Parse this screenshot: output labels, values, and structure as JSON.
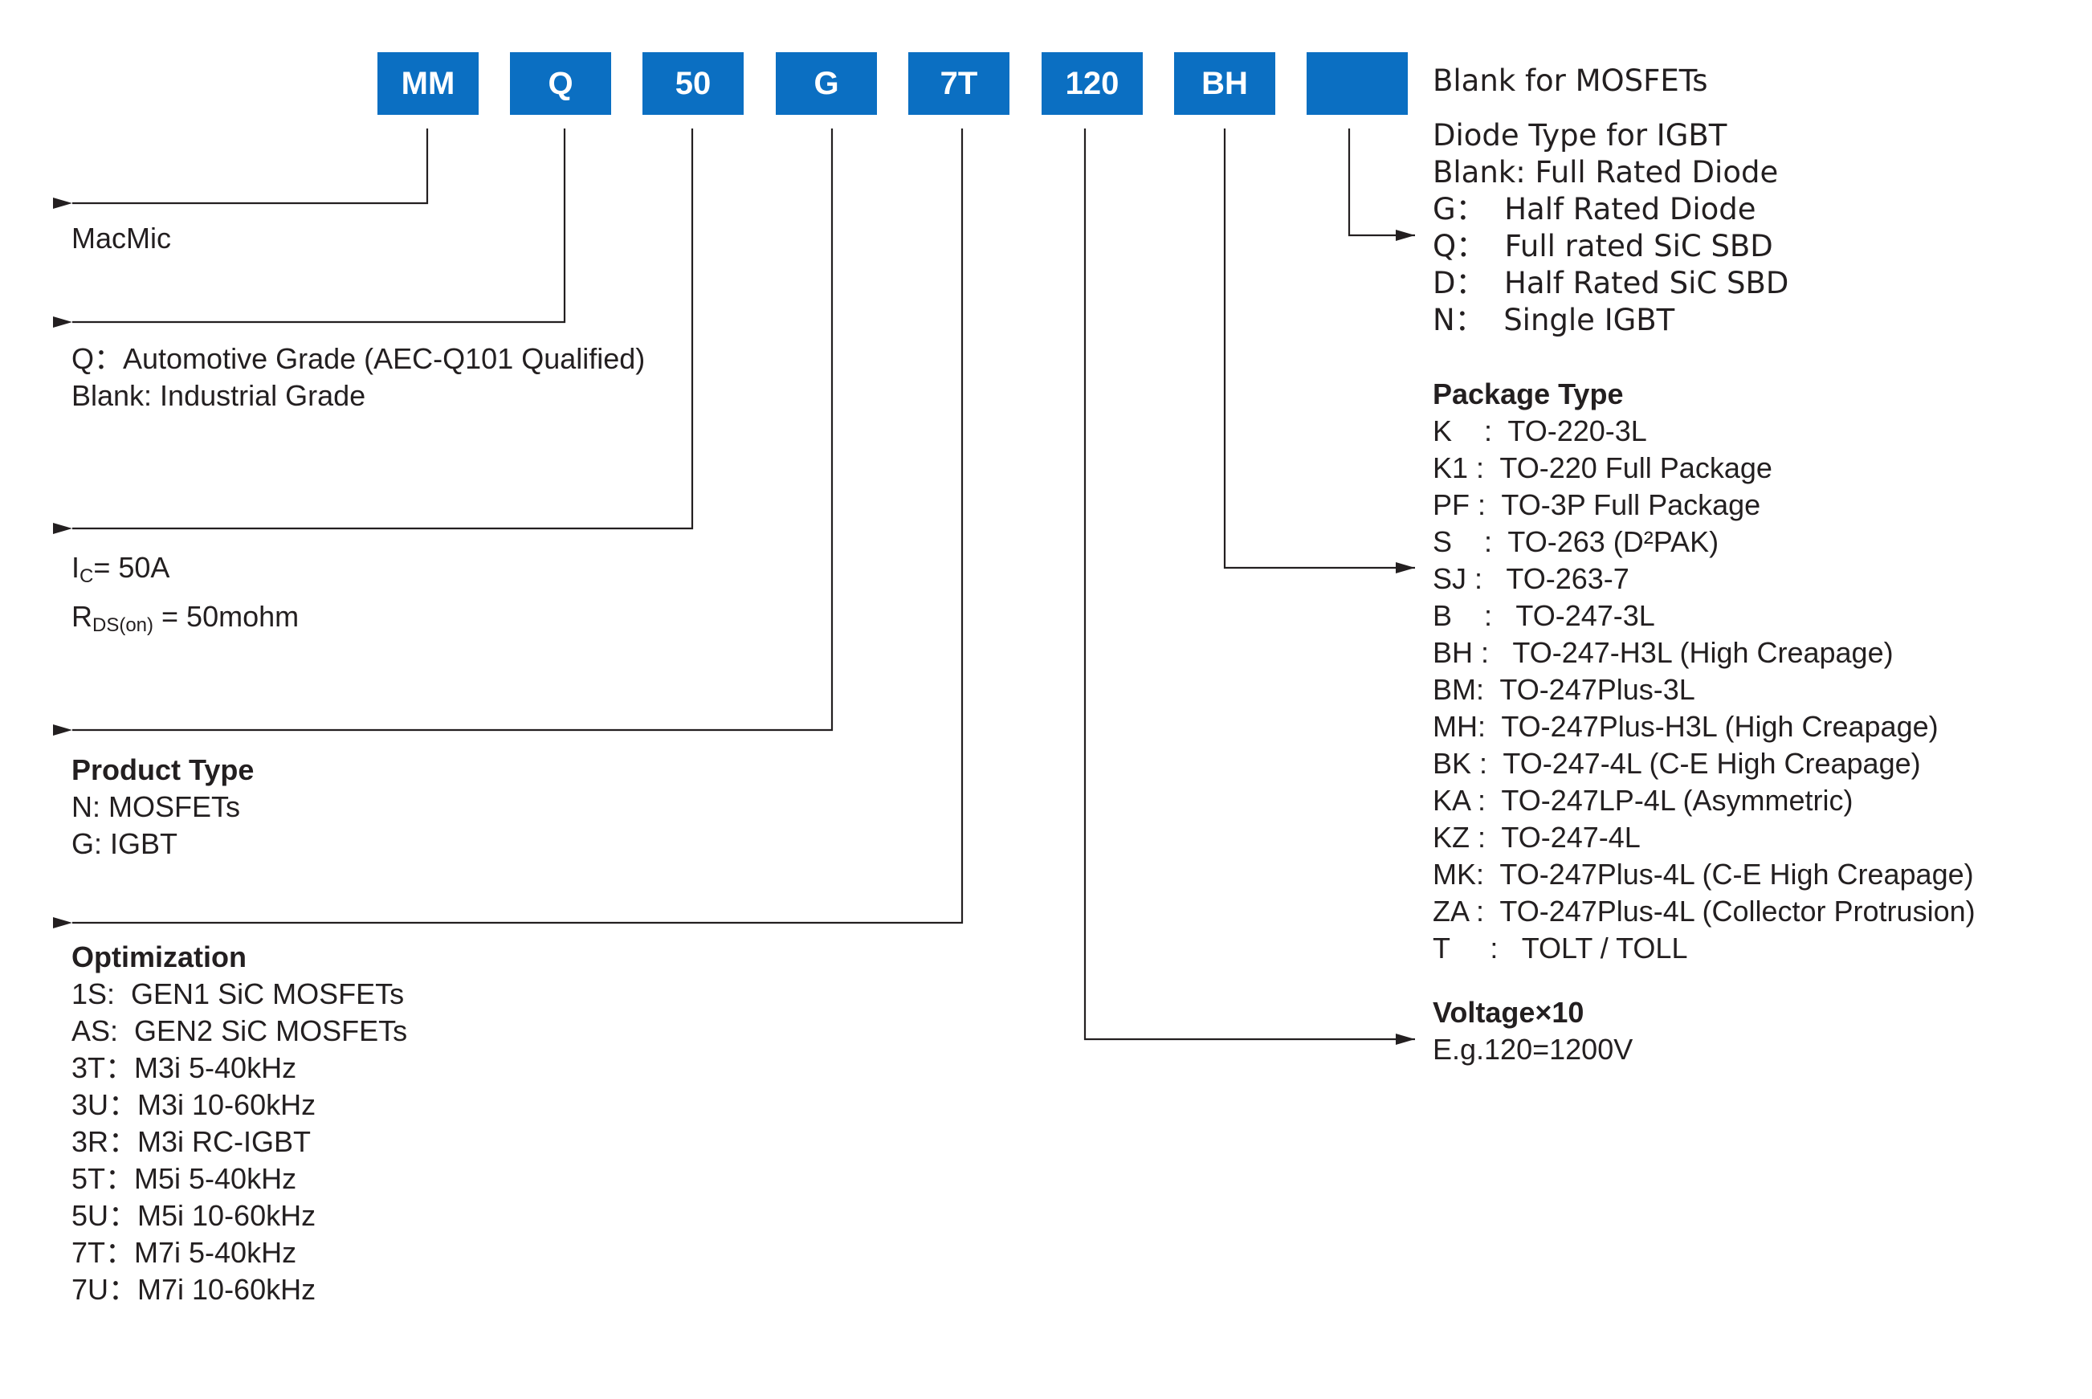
{
  "codes": [
    "MM",
    "Q",
    "50",
    "G",
    "7T",
    "120",
    "BH",
    ""
  ],
  "manufacturer": {
    "line": "MacMic"
  },
  "grade": {
    "lines": [
      "Q：Automotive Grade (AEC-Q101 Qualified)",
      "Blank: Industrial Grade"
    ]
  },
  "current": {
    "ic_prefix": "I",
    "ic_sub": "C",
    "ic_value": "= 50A",
    "rds_prefix": "R",
    "rds_sub": "DS(on)",
    "rds_value": " = 50mohm"
  },
  "product_type": {
    "title": "Product Type",
    "lines": [
      "N: MOSFETs",
      "G: IGBT"
    ]
  },
  "optimization": {
    "title": "Optimization",
    "lines": [
      "1S:  GEN1 SiC MOSFETs",
      "AS:  GEN2 SiC MOSFETs",
      "3T：M3i 5-40kHz",
      "3U：M3i 10-60kHz",
      "3R：M3i RC-IGBT",
      "5T：M5i 5-40kHz",
      "5U：M5i 10-60kHz",
      "7T：M7i 5-40kHz",
      "7U：M7i 10-60kHz"
    ]
  },
  "mosfet_note": {
    "line": "Blank for MOSFETs"
  },
  "diode_type": {
    "lines": [
      "Diode Type for IGBT",
      "Blank: Full Rated Diode",
      "G：  Half Rated Diode",
      "Q：  Full rated SiC SBD",
      "D：  Half Rated SiC SBD",
      "N：  Single IGBT"
    ]
  },
  "package_type": {
    "title": "Package Type",
    "lines": [
      "K    :  TO-220-3L",
      "K1 :  TO-220 Full Package",
      "PF :  TO-3P Full Package",
      "S    :  TO-263 (D²PAK)",
      "SJ :   TO-263-7",
      "B    :   TO-247-3L",
      "BH :   TO-247-H3L (High Creapage)",
      "BM:  TO-247Plus-3L",
      "MH:  TO-247Plus-H3L (High Creapage)",
      "BK :  TO-247-4L (C-E High Creapage)",
      "KA :  TO-247LP-4L (Asymmetric)",
      "KZ :  TO-247-4L",
      "MK:  TO-247Plus-4L (C-E High Creapage)",
      "ZA :  TO-247Plus-4L (Collector Protrusion)",
      "T     :   TOLT / TOLL"
    ]
  },
  "voltage": {
    "title": "Voltage×10",
    "lines": [
      "E.g.120=1200V"
    ]
  },
  "colors": {
    "box": "#0b6fc2",
    "box_text": "#ffffff",
    "text": "#231f20",
    "line": "#231f20"
  }
}
